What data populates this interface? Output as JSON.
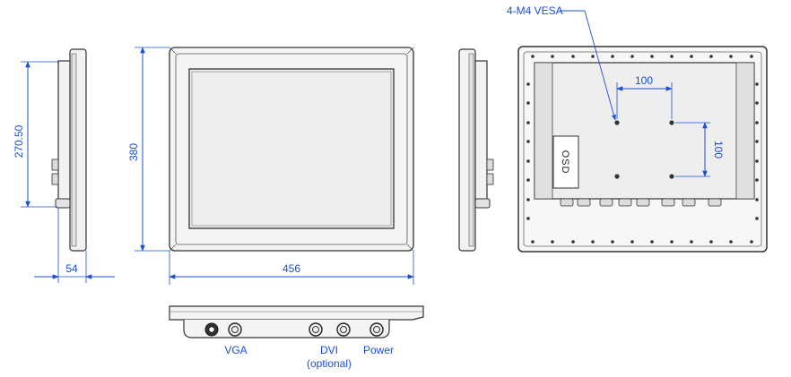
{
  "colors": {
    "dimension": "#1d4fd1",
    "outline": "#333333",
    "fill_light": "#f2f2f2",
    "fill_mid": "#e2e2e2"
  },
  "dimensions": {
    "side_height": "270.50",
    "front_height": "380",
    "depth": "54",
    "front_width": "456",
    "vesa_horizontal": "100",
    "vesa_vertical": "100"
  },
  "labels": {
    "vesa": "4-M4 VESA",
    "osd": "OSD",
    "vga": "VGA",
    "dvi": "DVI",
    "dvi_note": "(optional)",
    "power": "Power"
  }
}
